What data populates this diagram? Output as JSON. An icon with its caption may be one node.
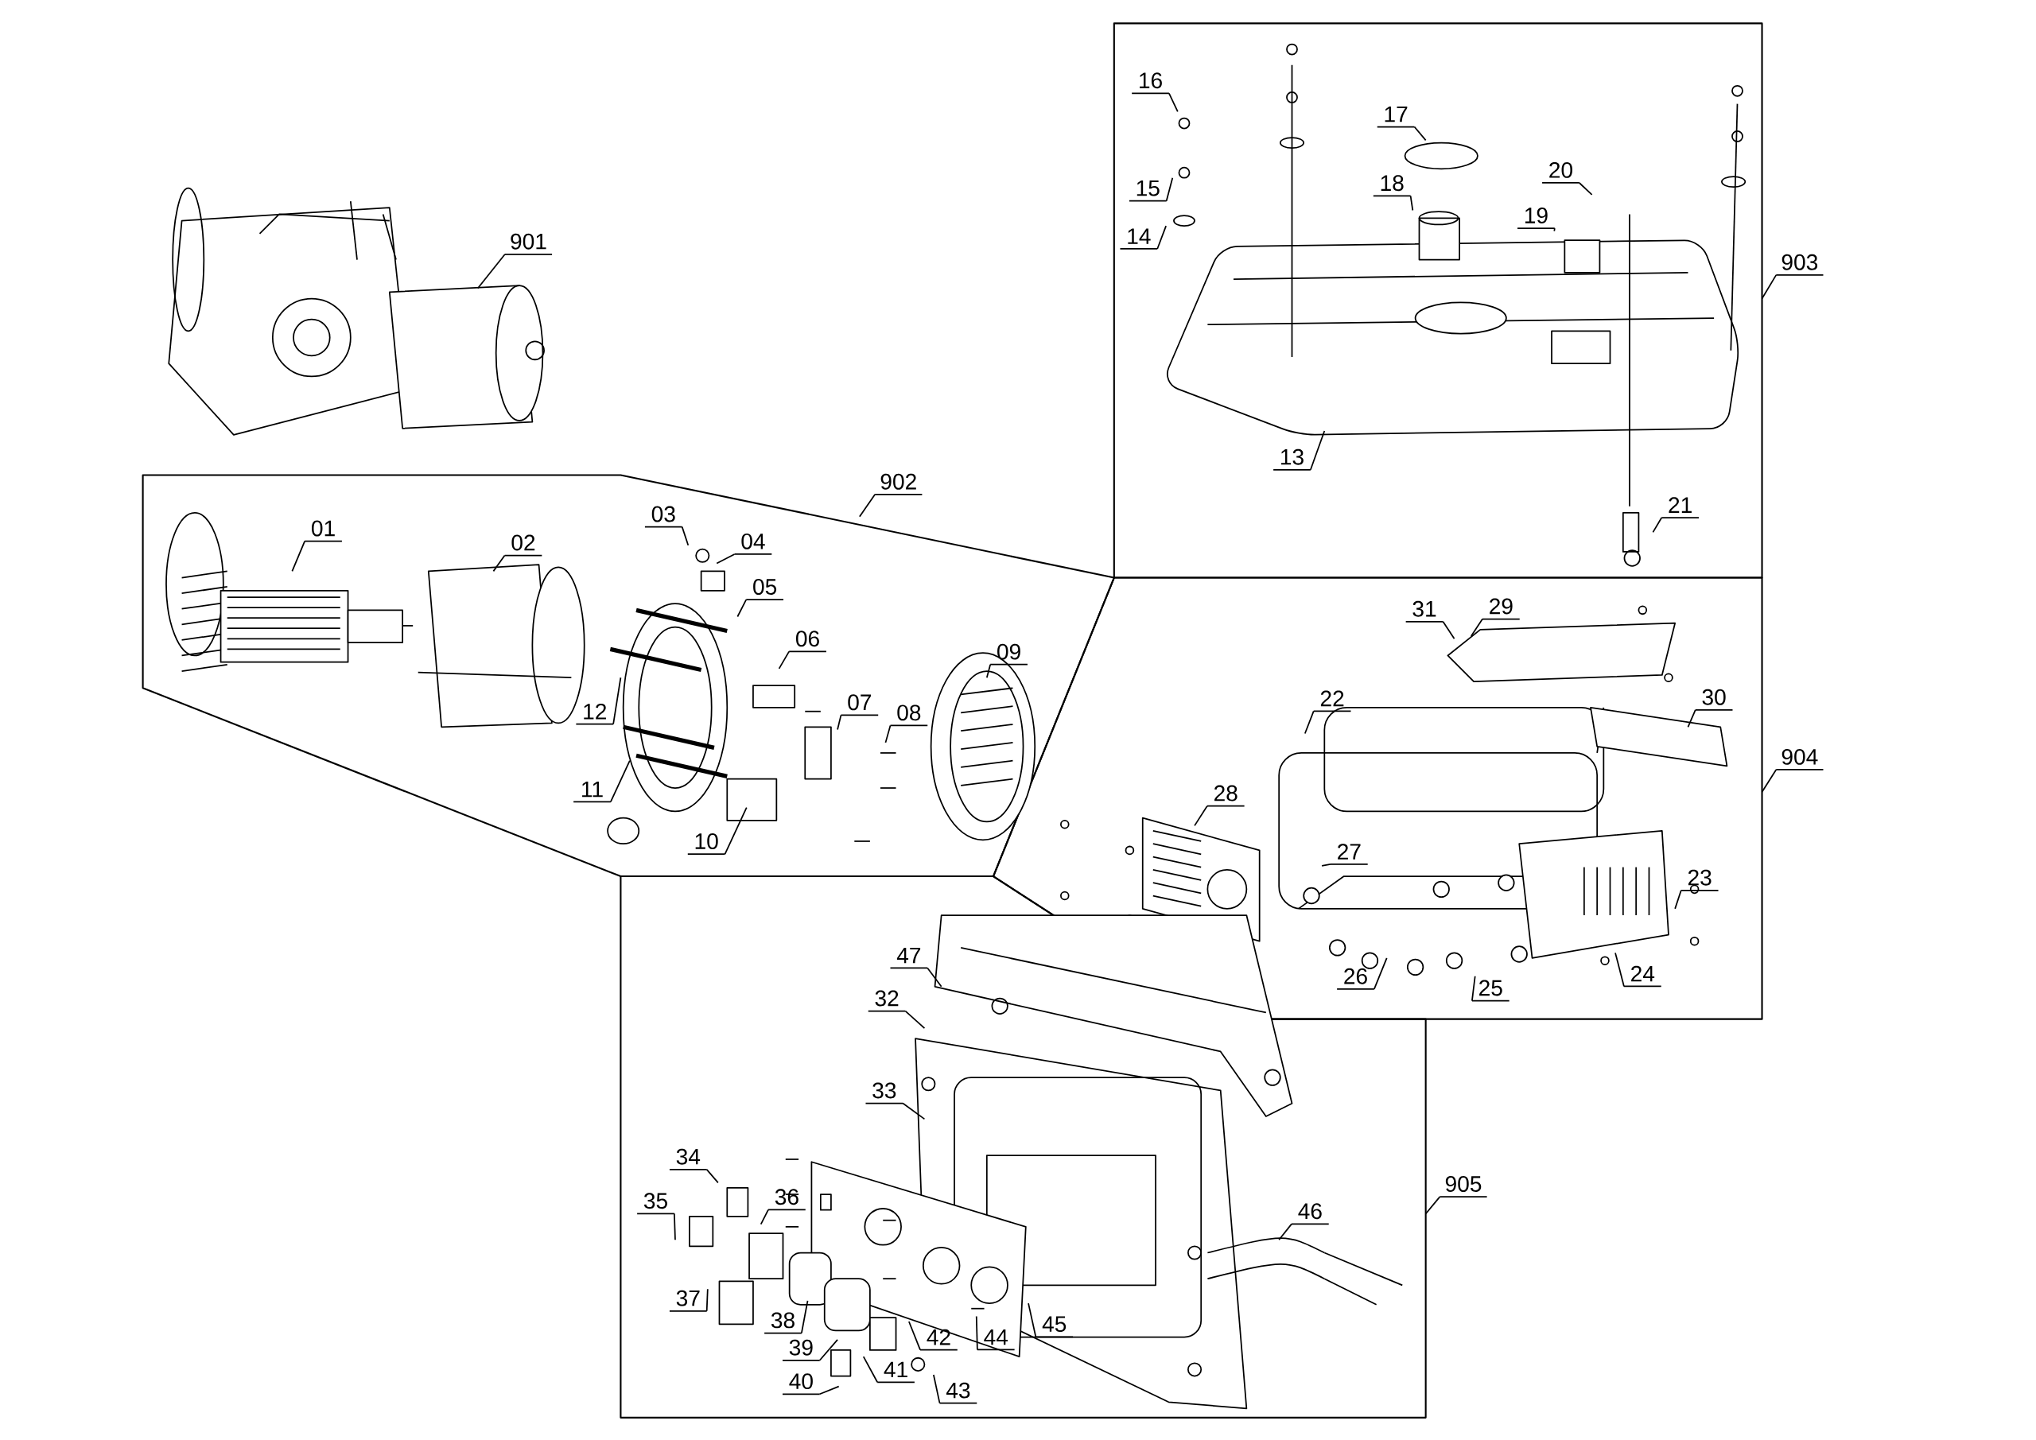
{
  "diagram": {
    "nodes": [
      {
        "text": [
          "901"
        ]
      },
      {
        "text": [
          "902"
        ]
      },
      {
        "text": [
          "903"
        ]
      },
      {
        "text": [
          "904"
        ]
      },
      {
        "text": [
          "905"
        ]
      },
      {
        "text": [
          "01"
        ]
      },
      {
        "text": [
          "02"
        ]
      },
      {
        "text": [
          "03"
        ]
      },
      {
        "text": [
          "04"
        ]
      },
      {
        "text": [
          "05"
        ]
      },
      {
        "text": [
          "06"
        ]
      },
      {
        "text": [
          "07"
        ]
      },
      {
        "text": [
          "08"
        ]
      },
      {
        "text": [
          "09"
        ]
      },
      {
        "text": [
          "10"
        ]
      },
      {
        "text": [
          "11"
        ]
      },
      {
        "text": [
          "12"
        ]
      },
      {
        "text": [
          "13"
        ]
      },
      {
        "text": [
          "14"
        ]
      },
      {
        "text": [
          "15"
        ]
      },
      {
        "text": [
          "16"
        ]
      },
      {
        "text": [
          "17"
        ]
      },
      {
        "text": [
          "18"
        ]
      },
      {
        "text": [
          "19"
        ]
      },
      {
        "text": [
          "20"
        ]
      },
      {
        "text": [
          "21"
        ]
      },
      {
        "text": [
          "22"
        ]
      },
      {
        "text": [
          "23"
        ]
      },
      {
        "text": [
          "24"
        ]
      },
      {
        "text": [
          "25"
        ]
      },
      {
        "text": [
          "26"
        ]
      },
      {
        "text": [
          "27"
        ]
      },
      {
        "text": [
          "28"
        ]
      },
      {
        "text": [
          "29"
        ]
      },
      {
        "text": [
          "30"
        ]
      },
      {
        "text": [
          "31"
        ]
      },
      {
        "text": [
          "32"
        ]
      },
      {
        "text": [
          "33"
        ]
      },
      {
        "text": [
          "34"
        ]
      },
      {
        "text": [
          "35"
        ]
      },
      {
        "text": [
          "36"
        ]
      },
      {
        "text": [
          "37"
        ]
      },
      {
        "text": [
          "38"
        ]
      },
      {
        "text": [
          "39"
        ]
      },
      {
        "text": [
          "40"
        ]
      },
      {
        "text": [
          "41"
        ]
      },
      {
        "text": [
          "42"
        ]
      },
      {
        "text": [
          "43"
        ]
      },
      {
        "text": [
          "44"
        ]
      },
      {
        "text": [
          "45"
        ]
      },
      {
        "text": [
          "46"
        ]
      },
      {
        "text": [
          "47"
        ]
      }
    ],
    "edges": [
      {
        "from": 0,
        "to": null,
        "arrow": "none"
      },
      {
        "from": 1,
        "to": null,
        "arrow": "none"
      },
      {
        "from": 2,
        "to": null,
        "arrow": "none"
      },
      {
        "from": 3,
        "to": null,
        "arrow": "none"
      },
      {
        "from": 4,
        "to": null,
        "arrow": "none"
      },
      {
        "from": 5,
        "to": null,
        "arrow": "none"
      },
      {
        "from": 6,
        "to": null,
        "arrow": "none"
      },
      {
        "from": 7,
        "to": null,
        "arrow": "none"
      },
      {
        "from": 8,
        "to": null,
        "arrow": "none"
      },
      {
        "from": 9,
        "to": null,
        "arrow": "none"
      },
      {
        "from": 10,
        "to": null,
        "arrow": "none"
      },
      {
        "from": 11,
        "to": null,
        "arrow": "none"
      },
      {
        "from": 12,
        "to": null,
        "arrow": "none"
      },
      {
        "from": 13,
        "to": null,
        "arrow": "none"
      },
      {
        "from": 14,
        "to": null,
        "arrow": "none"
      },
      {
        "from": 15,
        "to": null,
        "arrow": "none"
      },
      {
        "from": 16,
        "to": null,
        "arrow": "none"
      },
      {
        "from": 17,
        "to": null,
        "arrow": "none"
      },
      {
        "from": 18,
        "to": null,
        "arrow": "none"
      },
      {
        "from": 19,
        "to": null,
        "arrow": "none"
      },
      {
        "from": 20,
        "to": null,
        "arrow": "none"
      },
      {
        "from": 21,
        "to": null,
        "arrow": "none"
      },
      {
        "from": 22,
        "to": null,
        "arrow": "none"
      },
      {
        "from": 23,
        "to": null,
        "arrow": "none"
      },
      {
        "from": 24,
        "to": null,
        "arrow": "none"
      },
      {
        "from": 25,
        "to": null,
        "arrow": "none"
      },
      {
        "from": 26,
        "to": null,
        "arrow": "none"
      },
      {
        "from": 27,
        "to": null,
        "arrow": "none"
      },
      {
        "from": 28,
        "to": null,
        "arrow": "none"
      },
      {
        "from": 29,
        "to": null,
        "arrow": "none"
      },
      {
        "from": 30,
        "to": null,
        "arrow": "none"
      },
      {
        "from": 31,
        "to": null,
        "arrow": "none"
      },
      {
        "from": 32,
        "to": null,
        "arrow": "none"
      },
      {
        "from": 33,
        "to": null,
        "arrow": "none"
      },
      {
        "from": 34,
        "to": null,
        "arrow": "none"
      },
      {
        "from": 35,
        "to": null,
        "arrow": "none"
      },
      {
        "from": 36,
        "to": null,
        "arrow": "none"
      },
      {
        "from": 37,
        "to": null,
        "arrow": "none"
      },
      {
        "from": 38,
        "to": null,
        "arrow": "none"
      },
      {
        "from": 39,
        "to": null,
        "arrow": "none"
      },
      {
        "from": 40,
        "to": null,
        "arrow": "none"
      },
      {
        "from": 41,
        "to": null,
        "arrow": "none"
      },
      {
        "from": 42,
        "to": null,
        "arrow": "none"
      },
      {
        "from": 43,
        "to": null,
        "arrow": "none"
      },
      {
        "from": 44,
        "to": null,
        "arrow": "none"
      },
      {
        "from": 45,
        "to": null,
        "arrow": "none"
      },
      {
        "from": 46,
        "to": null,
        "arrow": "none"
      },
      {
        "from": 47,
        "to": null,
        "arrow": "none"
      },
      {
        "from": 48,
        "to": null,
        "arrow": "none"
      },
      {
        "from": 49,
        "to": null,
        "arrow": "none"
      },
      {
        "from": 50,
        "to": null,
        "arrow": "none"
      },
      {
        "from": 51,
        "to": null,
        "arrow": "none"
      }
    ]
  }
}
